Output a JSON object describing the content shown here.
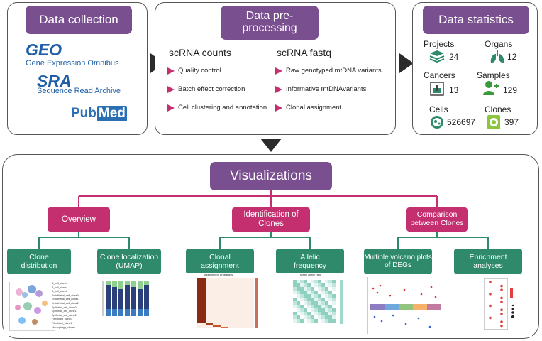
{
  "data_collection": {
    "title": "Data collection",
    "geo": "GEO",
    "geo_sub": "Gene Expression Omnibus",
    "sra": "SRA",
    "sra_sub": "Sequence Read Archive",
    "pubmed_a": "Pub",
    "pubmed_b": "Med"
  },
  "preprocessing": {
    "title": "Data pre-processing",
    "col1_header": "scRNA counts",
    "col1_steps": [
      "Quality control",
      "Batch effect correction",
      "Cell clustering and annotation"
    ],
    "col2_header": "scRNA fastq",
    "col2_steps": [
      "Raw genotyped mtDNA variants",
      "Informative mtDNAvariants",
      "Clonal assignment"
    ]
  },
  "statistics": {
    "title": "Data statistics",
    "items": [
      {
        "label": "Projects",
        "value": "24",
        "icon": "layers-icon"
      },
      {
        "label": "Organs",
        "value": "12",
        "icon": "lungs-icon"
      },
      {
        "label": "Cancers",
        "value": "13",
        "icon": "report-icon"
      },
      {
        "label": "Samples",
        "value": "129",
        "icon": "person-add-icon"
      },
      {
        "label": "Cells",
        "value": "526697",
        "icon": "cell-icon"
      },
      {
        "label": "Clones",
        "value": "397",
        "icon": "clone-icon"
      }
    ]
  },
  "visualizations": {
    "title": "Visualizations",
    "categories": [
      "Overview",
      "Identification of Clones",
      "Comparison between Clones"
    ],
    "leaves": [
      "Clone distribution",
      "Clone localization (UMAP)",
      "Clonal assignment",
      "Allelic frequency",
      "Multiple volcano plots of DEGs",
      "Enrichment analyses"
    ],
    "thumb_texts": {
      "umap_legend": [
        "B_cell_clone0",
        "B_cell_clone1",
        "B_cell_clone2",
        "Endothelial_cell_clone0",
        "Endothelial_cell_clone1",
        "Endothelial_cell_clone2",
        "Epithelial_cell_clone0",
        "Epithelial_cell_clone1",
        "Epithelial_cell_clone2",
        "Fibroblast_clone0",
        "Fibroblast_clone1",
        "Macrophage_clone0"
      ],
      "assign_title": "Assignment probability",
      "allelic_title": "Mean allelic ratio"
    }
  },
  "colors": {
    "purple": "#7a4f8f",
    "magenta": "#c4306f",
    "teal": "#2e8a6b",
    "geo_blue": "#1f5fa8",
    "pubmed_blue": "#2a6fb3"
  }
}
